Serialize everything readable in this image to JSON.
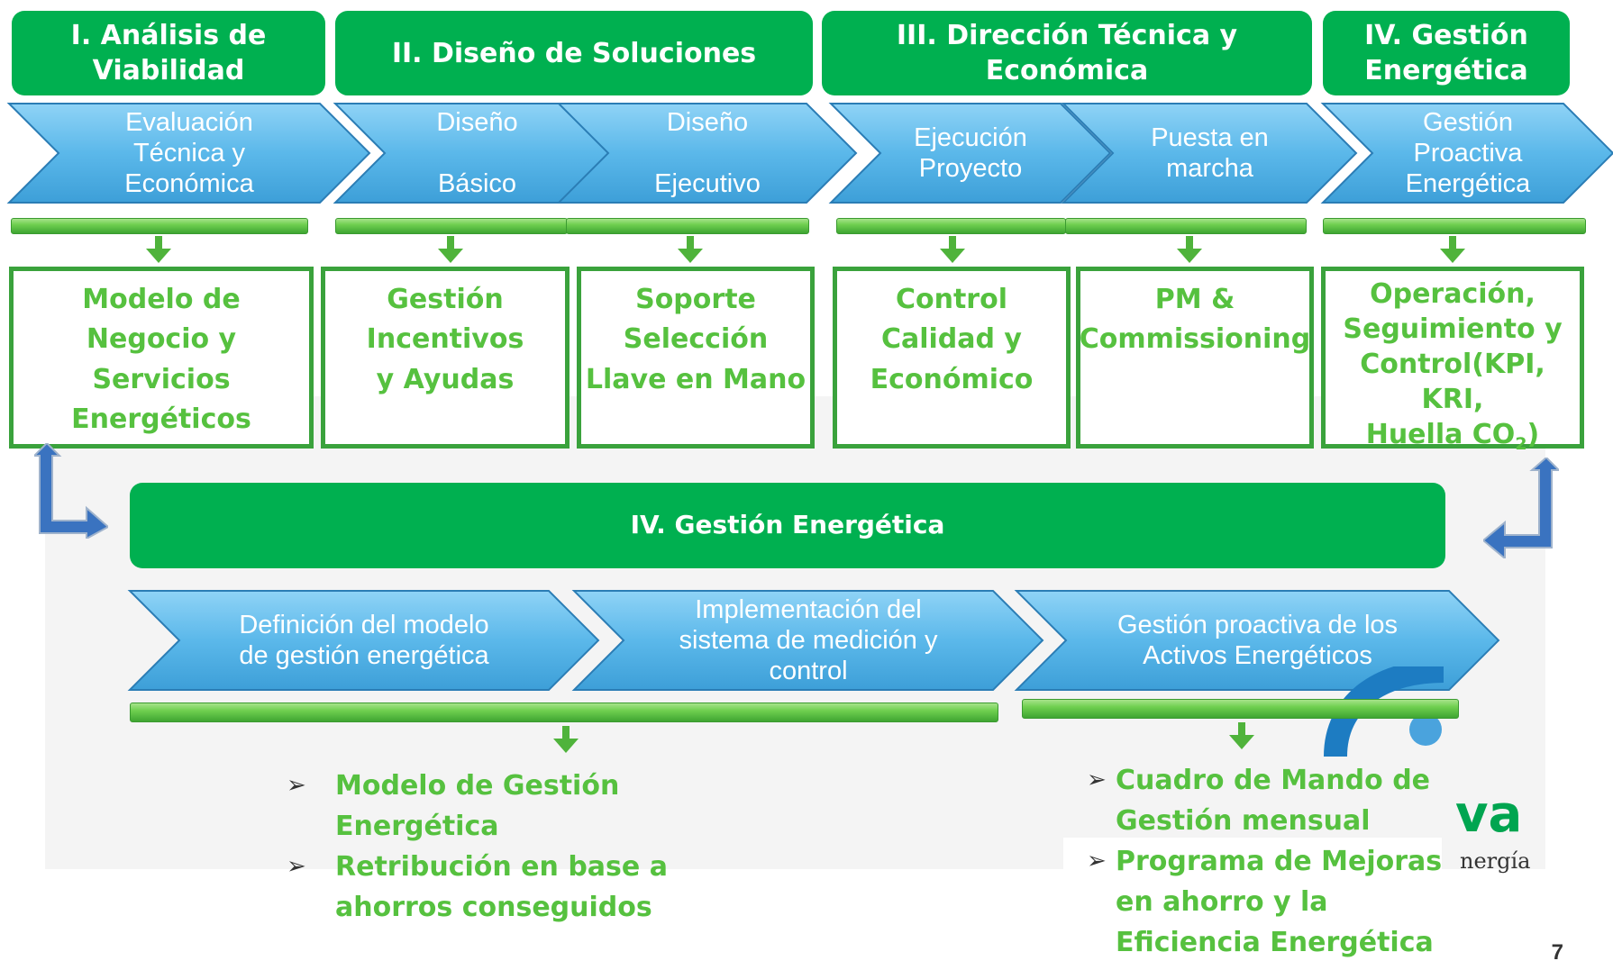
{
  "phases": [
    {
      "label": "I. Análisis de\nViabilidad"
    },
    {
      "label": "II. Diseño de Soluciones"
    },
    {
      "label": "III. Dirección Técnica y\nEconómica"
    },
    {
      "label": "IV. Gestión\nEnergética"
    }
  ],
  "steps": [
    {
      "label": "Evaluación\nTécnica y\nEconómica"
    },
    {
      "label": "Diseño\n\nBásico"
    },
    {
      "label": "Diseño\n\nEjecutivo"
    },
    {
      "label": "Ejecución\nProyecto"
    },
    {
      "label": "Puesta en\nmarcha"
    },
    {
      "label": "Gestión\nProactiva\nEnergética"
    }
  ],
  "outputs": [
    {
      "label": "Modelo de\nNegocio y\nServicios\nEnergéticos"
    },
    {
      "label": "Gestión\nIncentivos\ny Ayudas"
    },
    {
      "label": "Soporte\nSelección\nLlave en Mano"
    },
    {
      "label": "Control\nCalidad y\nEconómico"
    },
    {
      "label": "PM &\nCommissioning"
    },
    {
      "label": "Operación,\nSeguimiento y\nControl(KPI, KRI,\nHuella CO",
      "sub": "2",
      "tail": ")"
    }
  ],
  "energy_banner": {
    "label": "IV. Gestión Energética"
  },
  "lower_steps": [
    {
      "label": "Definición del modelo\nde gestión energética"
    },
    {
      "label": "Implementación del\nsistema de medición y\ncontrol"
    },
    {
      "label": "Gestión proactiva de los\nActivos Energéticos"
    }
  ],
  "left_bullets": [
    "Modelo de Gestión Energética",
    "Retribución en base a ahorros conseguidos"
  ],
  "right_bullets": [
    "Cuadro de Mando de Gestión mensual",
    "Programa de Mejoras en ahorro y la Eficiencia Energética"
  ],
  "bullet_marker": "➢",
  "logo": {
    "fragment_text": "va",
    "tagline": "nergía"
  },
  "page_number": "7",
  "colors": {
    "phase_green": "#00b050",
    "chevron_blue": "#5bb8ea",
    "output_text": "#56c13f",
    "arrow_blue": "#2e6bb5"
  }
}
